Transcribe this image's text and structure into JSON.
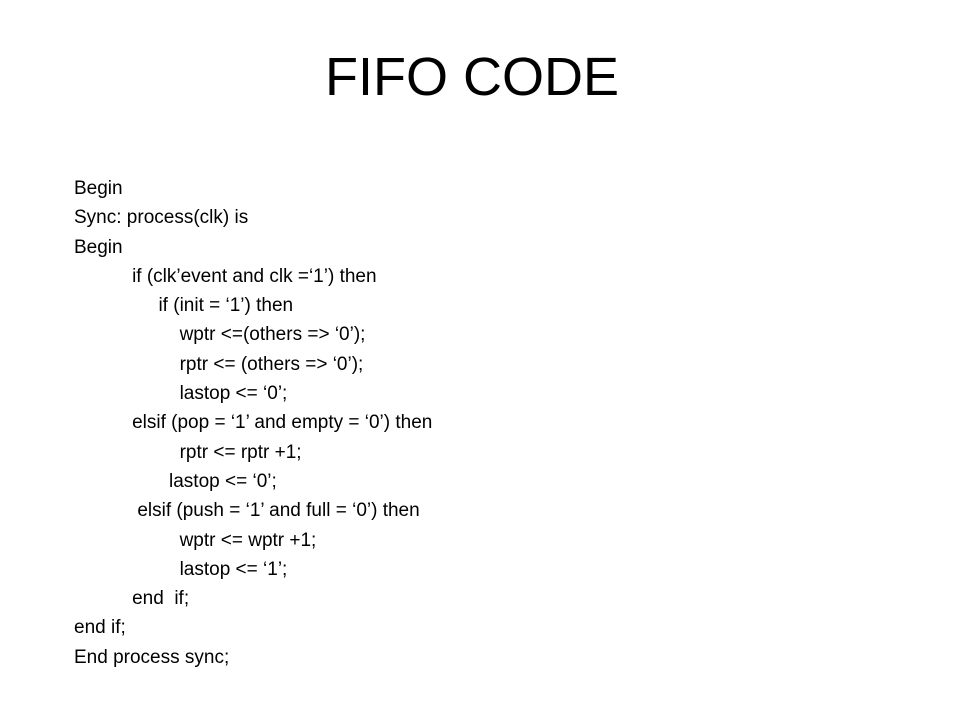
{
  "slide": {
    "title": "FIFO CODE",
    "code_lines": [
      "Begin",
      "Sync: process(clk) is",
      "Begin",
      "           if (clk’event and clk =‘1’) then",
      "                if (init = ‘1’) then",
      "                    wptr <=(others => ‘0’);",
      "                    rptr <= (others => ‘0’);",
      "                    lastop <= ‘0’;",
      "           elsif (pop = ‘1’ and empty = ‘0’) then",
      "                    rptr <= rptr +1;",
      "                  lastop <= ‘0’;",
      "            elsif (push = ‘1’ and full = ‘0’) then",
      "                    wptr <= wptr +1;",
      "                    lastop <= ‘1’;",
      "           end  if;",
      "end if;",
      "End process sync;"
    ]
  }
}
